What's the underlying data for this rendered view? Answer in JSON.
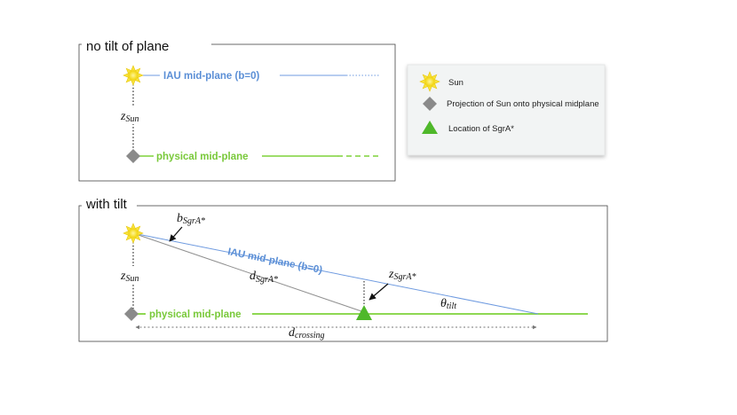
{
  "panels": {
    "top": {
      "title": "no tilt of plane",
      "iau_label": "IAU mid-plane (b=0)",
      "physical_label": "physical mid-plane",
      "zsun_main": "z",
      "zsun_sub": "Sun"
    },
    "bottom": {
      "title": "with tilt",
      "iau_label": "IAU mid-plane (b=0)",
      "physical_label": "physical mid-plane",
      "zsun_main": "z",
      "zsun_sub": "Sun",
      "b_main": "b",
      "b_sub": "SgrA*",
      "d_main": "d",
      "d_sub": "SgrA*",
      "z_main": "z",
      "z_sub": "SgrA*",
      "theta_main": "θ",
      "theta_sub": "tilt",
      "dcross_main": "d",
      "dcross_sub": "crossing"
    }
  },
  "legend": {
    "items": [
      {
        "icon": "sun-icon",
        "label": "Sun"
      },
      {
        "icon": "diamond-icon",
        "label": "Projection of Sun onto physical midplane"
      },
      {
        "icon": "triangle-icon",
        "label": "Location of SgrA*"
      }
    ]
  },
  "colors": {
    "iau_line": "#6f9be0",
    "physical_line": "#7ed23a",
    "sun": "#f7e23a",
    "diamond": "#8a8a8a",
    "triangle": "#4fb82a"
  }
}
